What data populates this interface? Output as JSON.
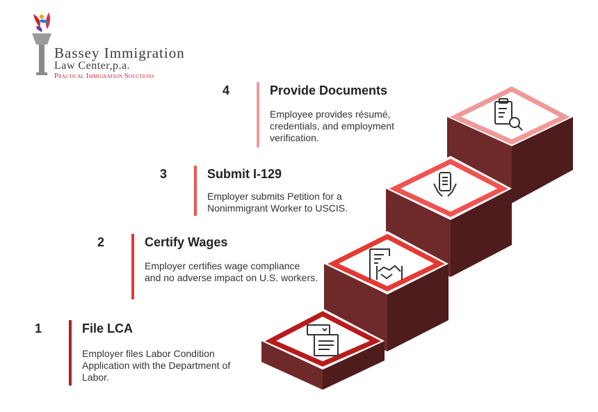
{
  "logo": {
    "line1": "Bassey Immigration",
    "line2": "Law Center,p.a.",
    "line3": "Practical Immigration Solutions"
  },
  "steps": [
    {
      "number": "1",
      "title": "File LCA",
      "description": "Employer files Labor Condition Application with the Department of Labor.",
      "accent": "#b71c1c",
      "icon": "form-dropdown-icon"
    },
    {
      "number": "2",
      "title": "Certify Wages",
      "description": "Employer certifies wage compliance and no adverse impact on U.S. workers.",
      "accent": "#e53935",
      "icon": "contract-handshake-icon"
    },
    {
      "number": "3",
      "title": "Submit I-129",
      "description": "Employer submits Petition for a Nonimmigrant Worker to USCIS.",
      "accent": "#ef5350",
      "icon": "hands-holding-document-icon"
    },
    {
      "number": "4",
      "title": "Provide Documents",
      "description": "Employee provides résumé, credentials, and employment verification.",
      "accent": "#ef9a9a",
      "icon": "clipboard-search-icon"
    }
  ],
  "colors": {
    "riser": "#6e2a2a",
    "riser_side": "#4e1c1c",
    "tread": "#ffffff"
  }
}
